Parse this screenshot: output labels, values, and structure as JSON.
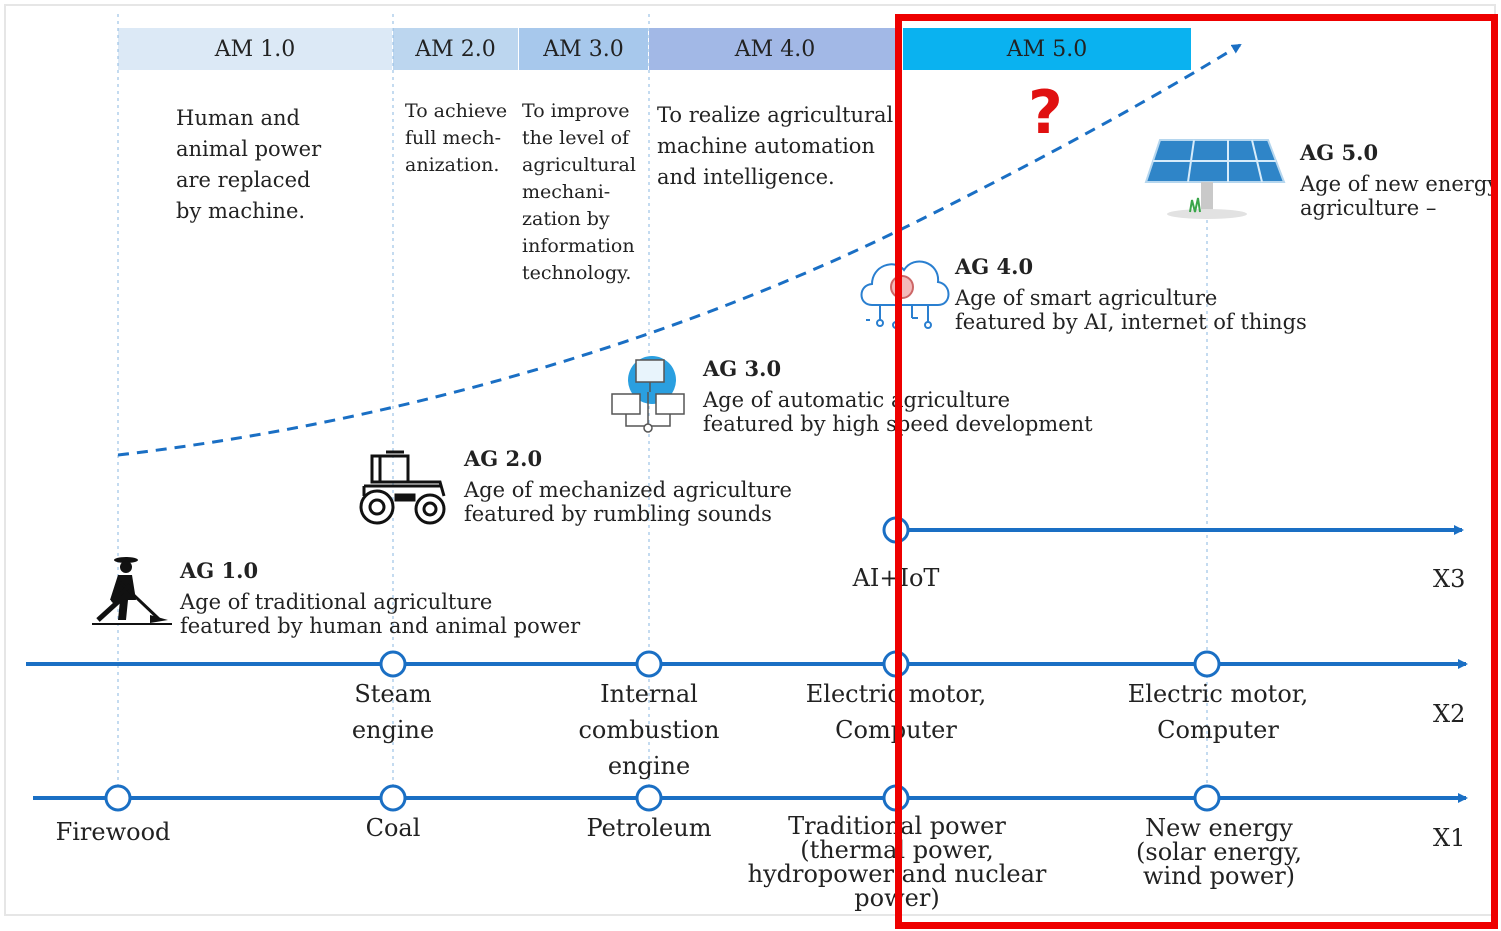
{
  "phases": [
    {
      "label": "AM 1.0",
      "color": "#dce9f6"
    },
    {
      "label": "AM 2.0",
      "color": "#bcd6ef"
    },
    {
      "label": "AM 3.0",
      "color": "#a7c8ec"
    },
    {
      "label": "AM 4.0",
      "color": "#a2b8e6"
    },
    {
      "label": "AM 5.0",
      "color": "#0ab2f0"
    }
  ],
  "descriptions": {
    "am1": [
      "Human and",
      "animal power",
      "are replaced",
      "by machine."
    ],
    "am2": [
      "To achieve",
      "full mech-",
      "anization."
    ],
    "am3": [
      "To improve",
      "the level of",
      "agricultural",
      "mechani-",
      "zation by",
      "information",
      "technology."
    ],
    "am4": [
      "To realize agricultural",
      "machine automation",
      "and intelligence."
    ]
  },
  "question_mark": "?",
  "ages": [
    {
      "title": "AG 1.0",
      "lines": [
        "Age of traditional agriculture",
        "featured by human and animal power"
      ],
      "icon": "farmer-icon"
    },
    {
      "title": "AG 2.0",
      "lines": [
        "Age of mechanized agriculture",
        "featured by rumbling sounds"
      ],
      "icon": "tractor-icon"
    },
    {
      "title": "AG 3.0",
      "lines": [
        "Age of automatic agriculture",
        "featured by high speed development"
      ],
      "icon": "network-icon"
    },
    {
      "title": "AG 4.0",
      "lines": [
        "Age of smart agriculture",
        "featured by AI, internet of things"
      ],
      "icon": "cloud-brain-icon"
    },
    {
      "title": "AG 5.0",
      "lines": [
        "Age of new energy",
        "agriculture –"
      ],
      "icon": "solar-panel-icon"
    }
  ],
  "axes": {
    "x1": {
      "label": "X1",
      "nodes": [
        {
          "lines": [
            "Firewood"
          ]
        },
        {
          "lines": [
            "Coal"
          ]
        },
        {
          "lines": [
            "Petroleum"
          ]
        },
        {
          "lines": [
            "Traditional power",
            "(thermal power,",
            "hydropower and nuclear",
            "power)"
          ]
        },
        {
          "lines": [
            "New energy",
            "(solar energy,",
            "wind power)"
          ]
        }
      ]
    },
    "x2": {
      "label": "X2",
      "nodes": [
        {
          "lines": [
            "Steam",
            "engine"
          ]
        },
        {
          "lines": [
            "Internal",
            "combustion",
            "engine"
          ]
        },
        {
          "lines": [
            "Electric motor,",
            "Computer"
          ]
        },
        {
          "lines": [
            "Electric motor,",
            "Computer"
          ]
        }
      ]
    },
    "x3": {
      "label": "X3",
      "nodes": [
        {
          "lines": [
            "AI+IoT"
          ]
        }
      ]
    }
  },
  "colors": {
    "axis": "#1a6fc4",
    "trend": "#1a6fc4",
    "highlight": "#ee0000",
    "question": "#e01010"
  }
}
